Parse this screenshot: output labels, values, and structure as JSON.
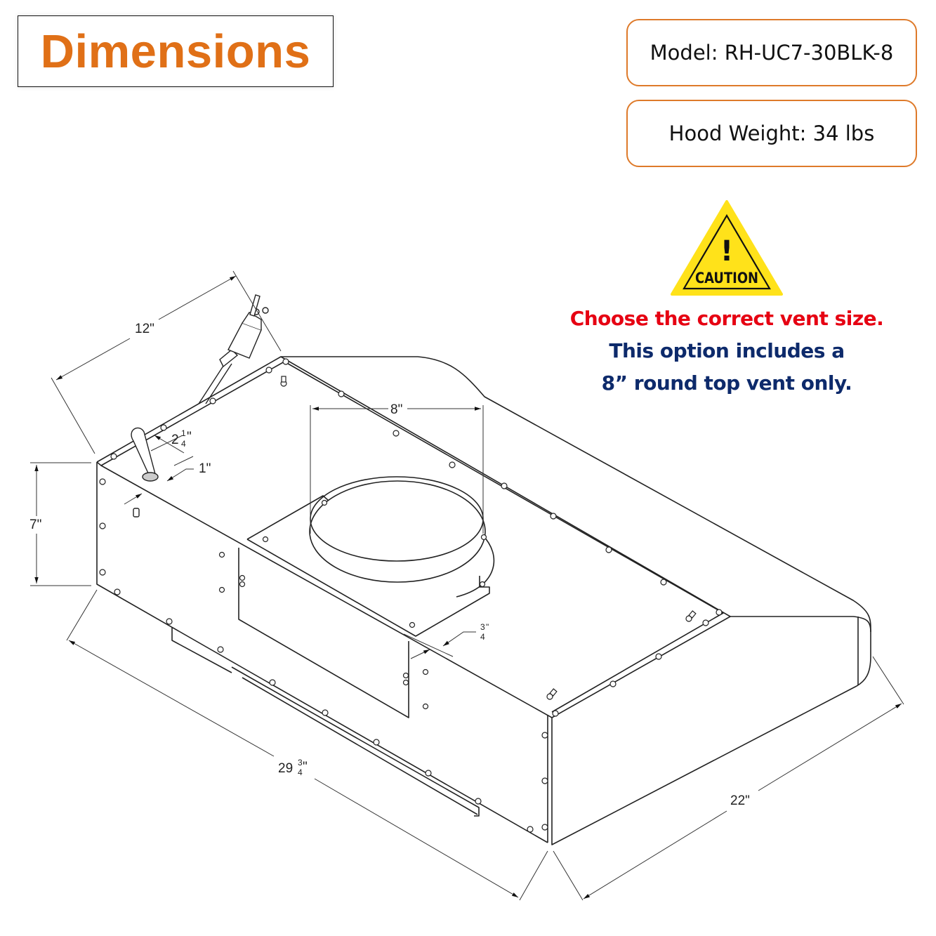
{
  "header": {
    "title": "Dimensions",
    "model_label": "Model: RH-UC7-30BLK-8",
    "weight_label": "Hood Weight: 34 lbs"
  },
  "caution": {
    "icon": "caution-triangle-icon",
    "sign_text": "CAUTION",
    "exclamation": "!",
    "notes": [
      "Choose the correct vent size.",
      "This option includes a",
      "8” round top vent only."
    ]
  },
  "colors": {
    "title_orange": "#E07017",
    "box_border_orange": "#DE7A2A",
    "warning_red": "#E60012",
    "note_navy": "#0D2A6B",
    "caution_yellow": "#FFE21A"
  },
  "dimensions": {
    "depth_top": "12\"",
    "cord_offset_whole": "2",
    "cord_offset_num": "1",
    "cord_offset_den": "4",
    "cord_offset_unit": "\"",
    "cord_diameter": "1\"",
    "height": "7\"",
    "vent_diameter": "8\"",
    "flange_num": "3",
    "flange_den": "4",
    "flange_unit": "\"",
    "width_whole": "29",
    "width_num": "3",
    "width_den": "4",
    "width_unit": "\"",
    "depth_total": "22\""
  }
}
